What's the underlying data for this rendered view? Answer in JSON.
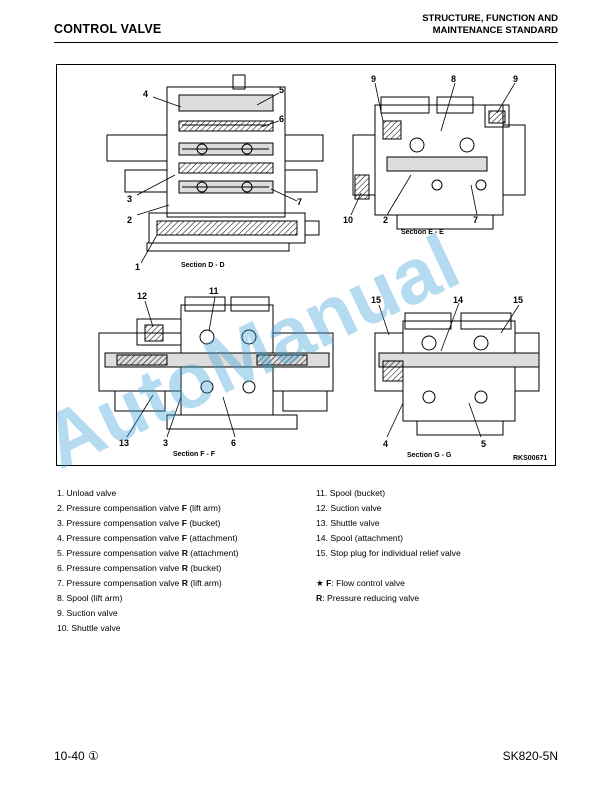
{
  "header": {
    "title": "CONTROL VALVE",
    "section_line1": "STRUCTURE, FUNCTION AND",
    "section_line2": "MAINTENANCE STANDARD"
  },
  "figure": {
    "code": "RKS00671",
    "sections": {
      "dd": "Section D - D",
      "ee": "Section E - E",
      "ff": "Section F - F",
      "gg": "Section G - G"
    },
    "callouts": {
      "dd": [
        "4",
        "5",
        "6",
        "3",
        "2",
        "7",
        "1"
      ],
      "ee": [
        "9",
        "8",
        "9",
        "10",
        "2",
        "7"
      ],
      "ff": [
        "12",
        "11",
        "13",
        "3",
        "6"
      ],
      "gg": [
        "15",
        "14",
        "15",
        "4",
        "5"
      ]
    }
  },
  "watermark": "AutoManual",
  "legend": {
    "left": [
      {
        "text": "1. Unload valve"
      },
      {
        "pre": "2. Pressure compensation valve ",
        "b": "F",
        "post": " (lift arm)"
      },
      {
        "pre": "3. Pressure compensation valve ",
        "b": "F",
        "post": " (bucket)"
      },
      {
        "pre": "4. Pressure compensation valve ",
        "b": "F",
        "post": " (attachment)"
      },
      {
        "pre": "5. Pressure compensation valve ",
        "b": "R",
        "post": " (attachment)"
      },
      {
        "pre": "6. Pressure compensation valve ",
        "b": "R",
        "post": " (bucket)"
      },
      {
        "pre": "7. Pressure compensation valve ",
        "b": "R",
        "post": " (lift arm)"
      },
      {
        "text": "8. Spool (lift arm)"
      },
      {
        "text": "9. Suction valve"
      },
      {
        "text": "10. Shuttle valve"
      }
    ],
    "right": [
      {
        "text": "11. Spool (bucket)"
      },
      {
        "text": "12. Suction valve"
      },
      {
        "text": "13. Shuttle valve"
      },
      {
        "text": "14. Spool (attachment)"
      },
      {
        "text": "15. Stop plug for individual relief valve"
      }
    ],
    "notes": [
      {
        "b": "★ F",
        "post": ": Flow control valve"
      },
      {
        "b": "R",
        "post": ": Pressure reducing valve"
      }
    ]
  },
  "footer": {
    "page": "10-40 ①",
    "model": "SK820-5N"
  }
}
